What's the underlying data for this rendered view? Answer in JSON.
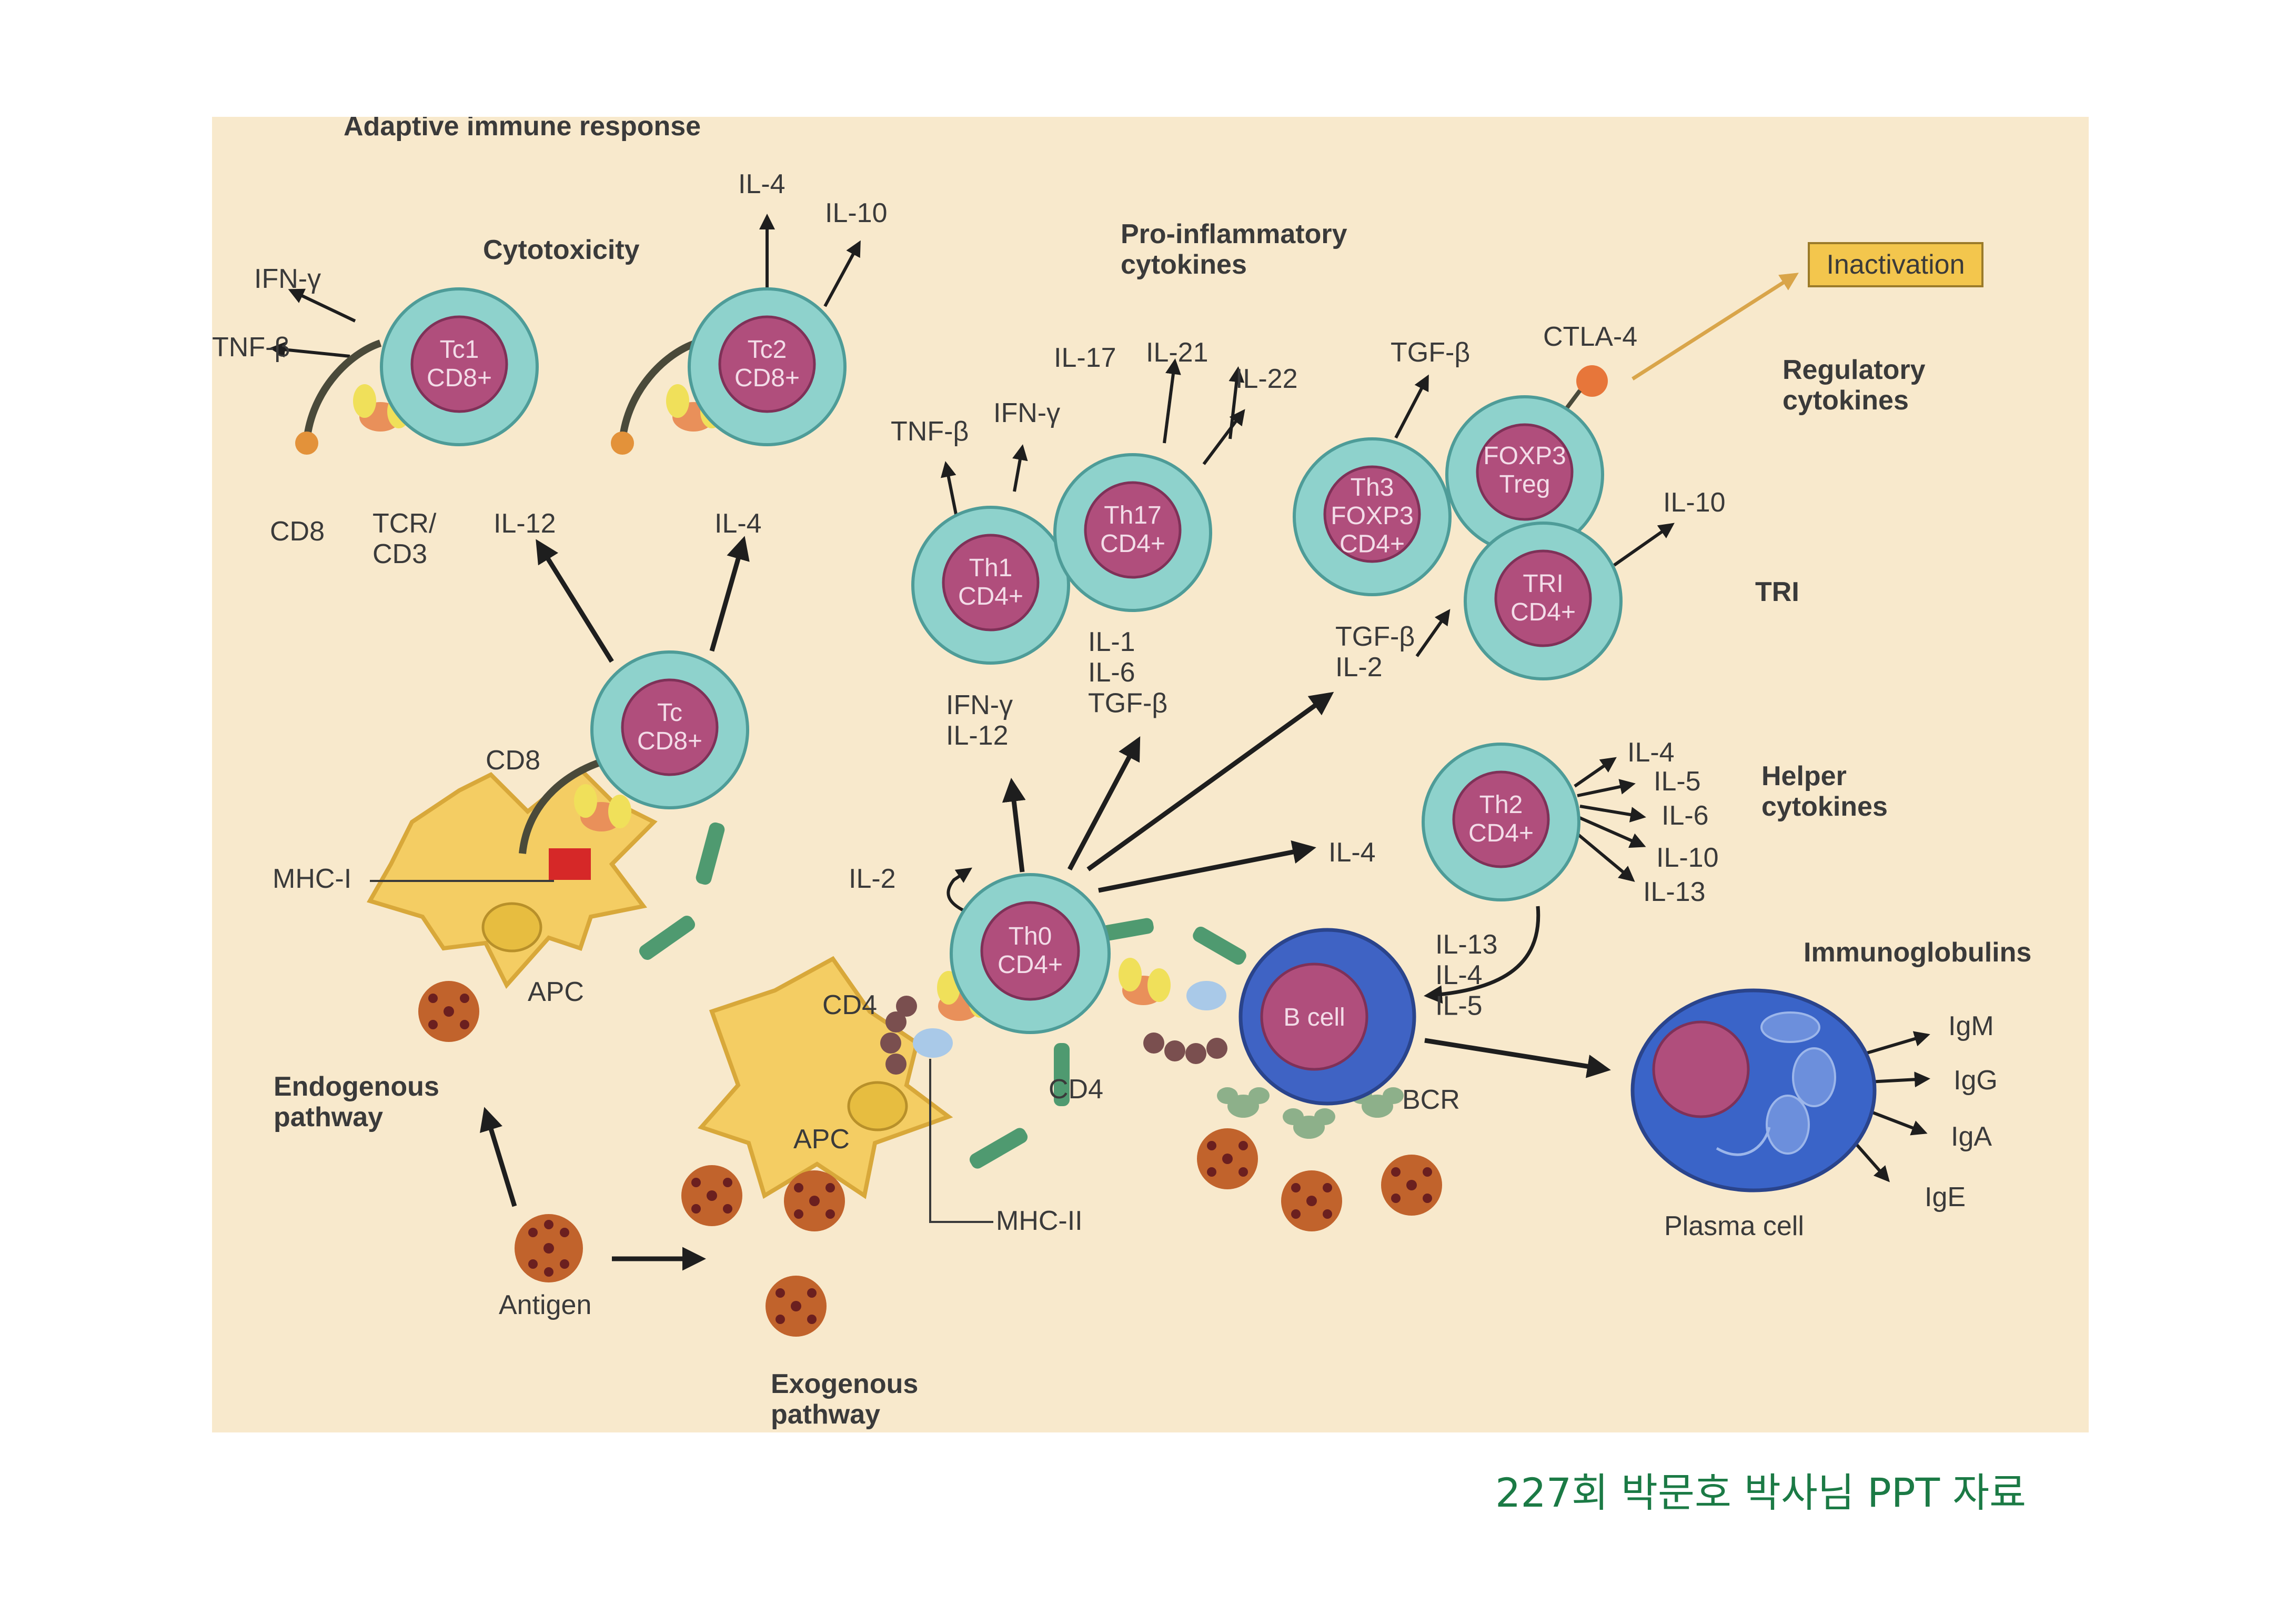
{
  "title": "Adaptive immune response",
  "footer": "227회 박문호 박사님 PPT 자료",
  "colors": {
    "background": "#f8e9cc",
    "cell_ring": "#8ed2cc",
    "nucleus": "#b04e7c",
    "b_cell": "#3f63c4",
    "apc": "#f4cd63",
    "inactivation_box": "#f3c64d",
    "footer": "#1b7a45"
  },
  "headers": {
    "cytotoxicity": "Cytotoxicity",
    "pro_inflammatory": "Pro-inflammatory\ncytokines",
    "regulatory": "Regulatory\ncytokines",
    "tri": "TRI",
    "helper": "Helper\ncytokines",
    "immunoglobulins": "Immunoglobulins",
    "endogenous": "Endogenous\npathway",
    "exogenous": "Exogenous\npathway"
  },
  "cells": {
    "tc1": "Tc1\nCD8+",
    "tc2": "Tc2\nCD8+",
    "tc": "Tc\nCD8+",
    "th1": "Th1\nCD4+",
    "th17": "Th17\nCD4+",
    "th3": "Th3\nFOXP3\nCD4+",
    "treg": "FOXP3\nTreg",
    "tri": "TRI\nCD4+",
    "th2": "Th2\nCD4+",
    "th0": "Th0\nCD4+",
    "bcell": "B cell",
    "apc": "APC",
    "plasma": "Plasma cell",
    "antigen": "Antigen"
  },
  "labels": {
    "ifn_g": "IFN-γ",
    "tnf_b": "TNF-β",
    "il4": "IL-4",
    "il10": "IL-10",
    "il12": "IL-12",
    "cd8": "CD8",
    "tcr_cd3": "TCR/\nCD3",
    "mhc1": "MHC-I",
    "mhc2": "MHC-II",
    "cd4": "CD4",
    "il2": "IL-2",
    "th1_in": "IFN-γ\nIL-12",
    "th17_in": "IL-1\nIL-6\nTGF-β",
    "il17": "IL-17",
    "il21": "IL-21",
    "il22": "IL-22",
    "tgf_b": "TGF-β",
    "ctla4": "CTLA-4",
    "inactivation": "Inactivation",
    "treg_in": "TGF-β\nIL-2",
    "th2_out": [
      "IL-4",
      "IL-5",
      "IL-6",
      "IL-10",
      "IL-13"
    ],
    "bcell_in": "IL-13\nIL-4\nIL-5",
    "bcr": "BCR",
    "immunoglobulins": [
      "IgM",
      "IgG",
      "IgA",
      "IgE"
    ]
  }
}
